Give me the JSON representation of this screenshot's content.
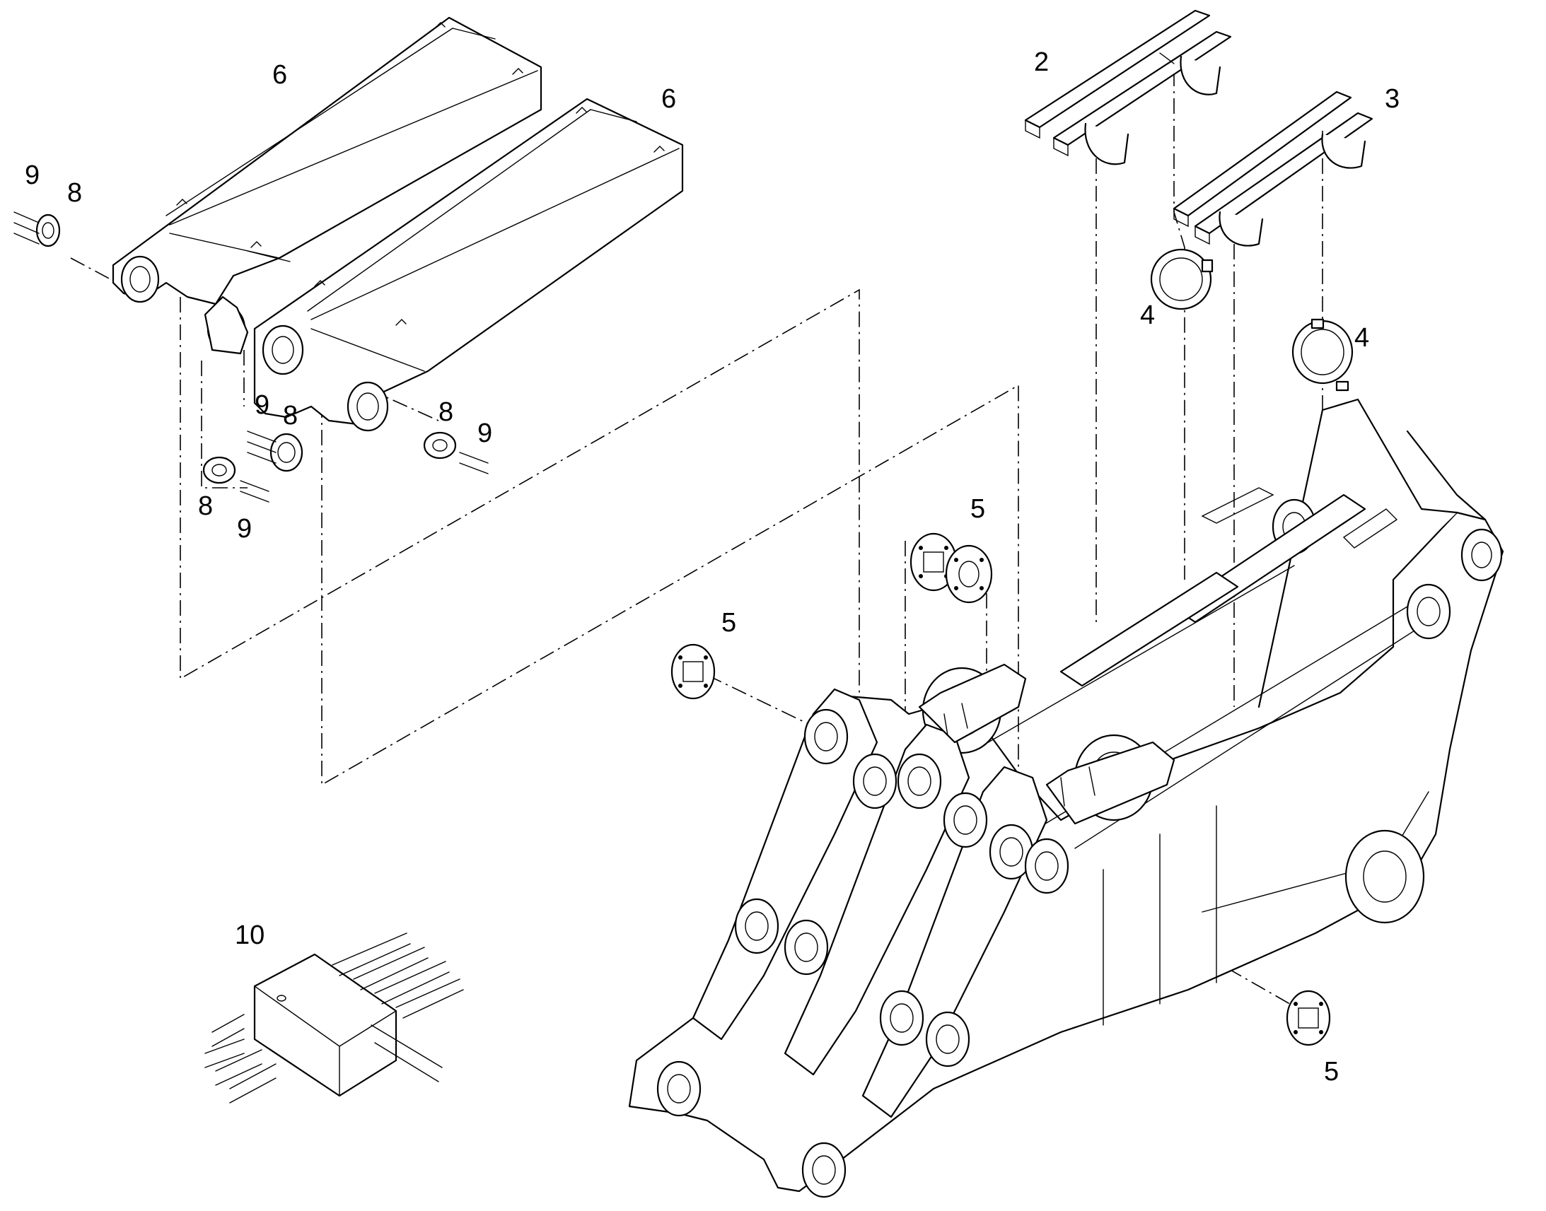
{
  "callouts": {
    "c2": "2",
    "c3": "3",
    "c4a": "4",
    "c4b": "4",
    "c5a": "5",
    "c5b": "5",
    "c5c": "5",
    "c6a": "6",
    "c6b": "6",
    "c8a": "8",
    "c8b": "8",
    "c8c": "8",
    "c8d": "8",
    "c9a": "9",
    "c9b": "9",
    "c9c": "9",
    "c9d": "9",
    "c10": "10"
  }
}
